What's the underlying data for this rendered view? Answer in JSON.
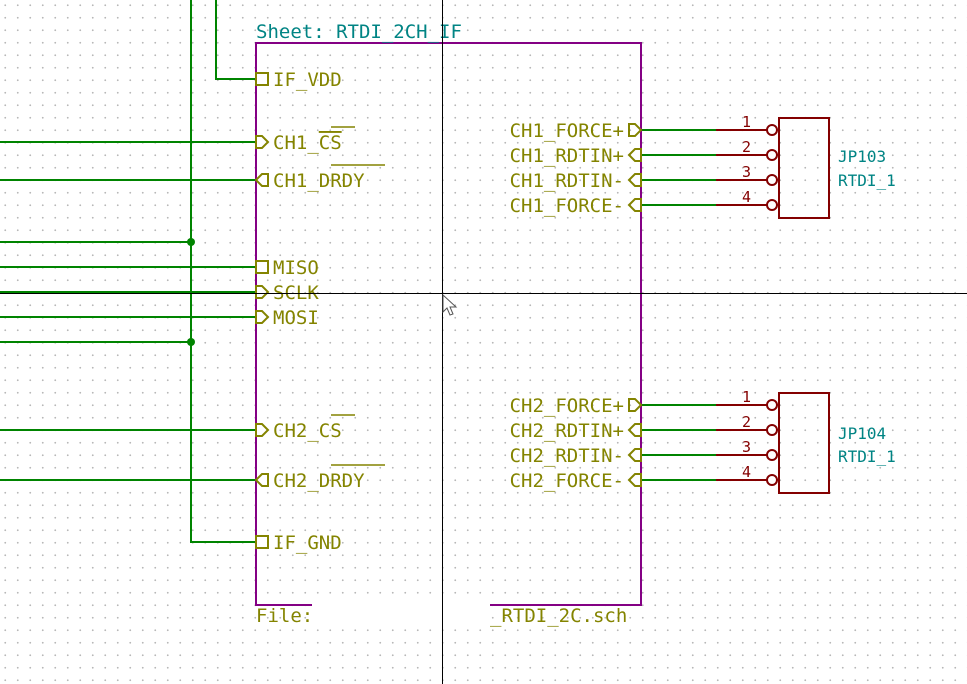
{
  "sheet": {
    "name_label": "Sheet: RTDI_2CH_IF",
    "file_prefix": "File: ",
    "file_suffix": "_RTDI_2C.sch"
  },
  "left_pins": [
    {
      "id": "if-vdd",
      "label": "IF_VDD",
      "overbar": false,
      "shape": "passive"
    },
    {
      "id": "ch1-cs",
      "label": "CH1_",
      "bar": "CS",
      "shape": "input"
    },
    {
      "id": "ch1-drdy",
      "label": "CH1_",
      "bar": "DRDY",
      "shape": "output"
    },
    {
      "id": "miso",
      "label": "MISO",
      "overbar": false,
      "shape": "passive"
    },
    {
      "id": "sclk",
      "label": "SCLK",
      "overbar": false,
      "shape": "input"
    },
    {
      "id": "mosi",
      "label": "MOSI",
      "overbar": false,
      "shape": "input"
    },
    {
      "id": "ch2-cs",
      "label": "CH2_",
      "bar": "CS",
      "shape": "input"
    },
    {
      "id": "ch2-drdy",
      "label": "CH2_",
      "bar": "DRDY",
      "shape": "output"
    },
    {
      "id": "if-gnd",
      "label": "IF_GND",
      "overbar": false,
      "shape": "passive"
    }
  ],
  "right_pins": [
    {
      "id": "ch1-force-p",
      "label": "CH1_FORCE+",
      "shape": "input"
    },
    {
      "id": "ch1-rdtin-p",
      "label": "CH1_RDTIN+",
      "shape": "output"
    },
    {
      "id": "ch1-rdtin-n",
      "label": "CH1_RDTIN-",
      "shape": "output"
    },
    {
      "id": "ch1-force-n",
      "label": "CH1_FORCE-",
      "shape": "output"
    },
    {
      "id": "ch2-force-p",
      "label": "CH2_FORCE+",
      "shape": "input"
    },
    {
      "id": "ch2-rdtin-p",
      "label": "CH2_RDTIN+",
      "shape": "output"
    },
    {
      "id": "ch2-rdtin-n",
      "label": "CH2_RDTIN-",
      "shape": "output"
    },
    {
      "id": "ch2-force-n",
      "label": "CH2_FORCE-",
      "shape": "output"
    }
  ],
  "connectors": [
    {
      "id": "jp103",
      "ref": "JP103",
      "value": "RTDI_1",
      "pins": [
        "1",
        "2",
        "3",
        "4"
      ]
    },
    {
      "id": "jp104",
      "ref": "JP104",
      "value": "RTDI_1",
      "pins": [
        "1",
        "2",
        "3",
        "4"
      ]
    }
  ],
  "colors": {
    "wire": "#008400",
    "junction": "#008400",
    "sheet_border": "#840084",
    "sheet_name": "#008484",
    "sheet_file": "#848400",
    "sheet_pin": "#848400",
    "component": "#840000",
    "reference": "#008484",
    "crosshair": "#000000"
  },
  "cursor": {
    "icon": "mouse-pointer-icon"
  }
}
